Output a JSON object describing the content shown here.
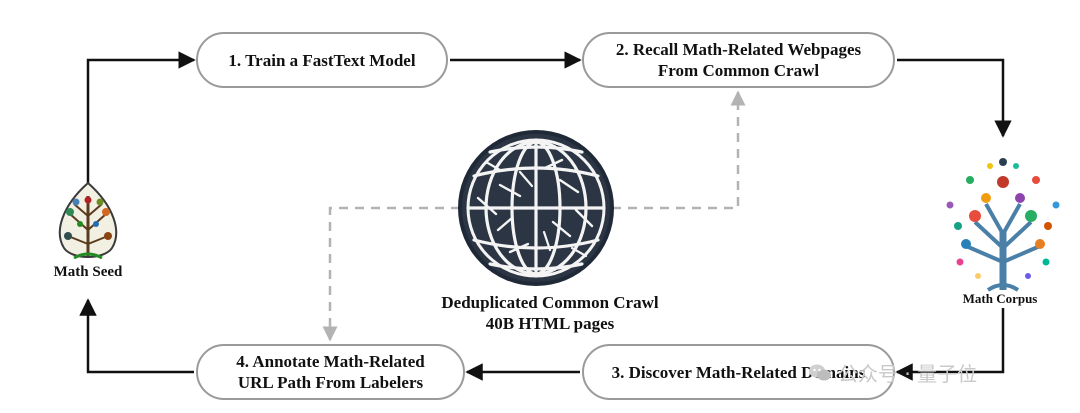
{
  "steps": {
    "step1": "1. Train a FastText Model",
    "step2_line1": "2. Recall Math-Related Webpages",
    "step2_line2": "From Common Crawl",
    "step3": "3. Discover Math-Related Domains",
    "step4_line1": "4. Annotate Math-Related",
    "step4_line2": "URL Path From Labelers"
  },
  "labels": {
    "math_seed": "Math Seed",
    "math_corpus": "Math Corpus",
    "crawl_line1": "Deduplicated Common Crawl",
    "crawl_line2": "40B HTML pages"
  },
  "icons": {
    "seed": "leaf-tree-icon",
    "corpus": "math-tree-icon",
    "globe": "globe-icon"
  },
  "watermark": "公众号 · 量子位",
  "colors": {
    "arrow": "#111111",
    "dashed": "#b3b3b3",
    "box_border": "#9a9a9a",
    "globe_fill": "#1f2937"
  }
}
